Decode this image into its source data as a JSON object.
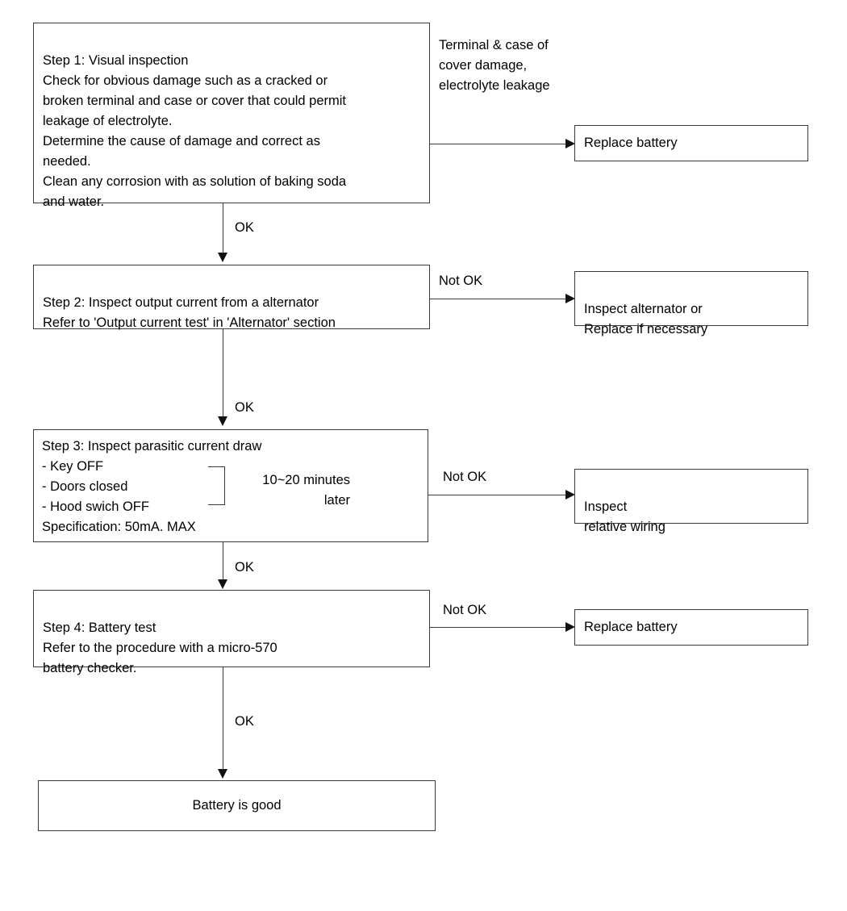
{
  "diagram": {
    "title": "Battery diagnostic flowchart",
    "line_color": "#3a3a3a",
    "arrow_color": "#111111",
    "background": "#ffffff"
  },
  "steps": {
    "step1": {
      "text": "Step 1: Visual inspection\nCheck for obvious damage such as a cracked or\nbroken terminal and case or cover that could permit\nleakage of electrolyte.\nDetermine the cause of damage and correct as\nneeded.\nClean any corrosion with as solution of baking soda\nand water."
    },
    "step2": {
      "text": "Step 2: Inspect output current from a alternator\nRefer to 'Output current test' in 'Alternator' section"
    },
    "step3": {
      "heading": "Step 3: Inspect parasitic current draw",
      "conditions": " - Key OFF\n - Doors closed\n - Hood swich OFF",
      "specification": "  Specification: 50mA. MAX",
      "timer_note": "10~20 minutes\nlater"
    },
    "step4": {
      "text": "Step 4: Battery test\nRefer to the procedure with a micro-570\nbattery checker."
    },
    "final": {
      "text": "Battery is good"
    }
  },
  "outcomes": {
    "step1_condition": "Terminal  &  case of\ncover damage,\nelectrolyte leakage",
    "step1_result": "Replace battery",
    "step2_result": "Inspect alternator or\nReplace if necessary",
    "step3_result": "Inspect\nrelative wiring",
    "step4_result": "Replace battery"
  },
  "edge_labels": {
    "ok_1": "OK",
    "ok_2": "OK",
    "ok_3": "OK",
    "ok_4": "OK",
    "not_ok_2": "Not OK",
    "not_ok_3": "Not OK",
    "not_ok_4": "Not OK"
  }
}
